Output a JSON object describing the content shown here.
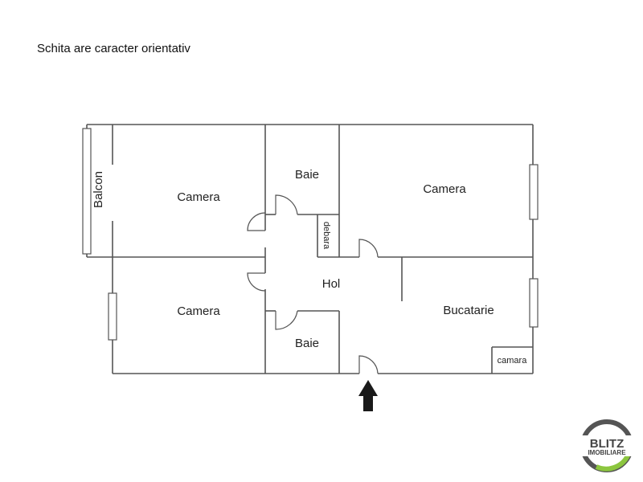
{
  "note": "Schita are caracter orientativ",
  "rooms": {
    "camera_top_left": "Camera",
    "baie_top": "Baie",
    "camera_top_right": "Camera",
    "balcon": "Balcon",
    "debara": "debara",
    "hol": "Hol",
    "camera_bottom_left": "Camera",
    "baie_bottom": "Baie",
    "bucatarie": "Bucatarie",
    "camara": "camara"
  },
  "entrance_icon": "arrow-up-icon",
  "logo": {
    "line1": "BLITZ",
    "line2": "IMOBILIARE",
    "accent": "#8cc63f",
    "ring": "#555555"
  },
  "colors": {
    "wall": "#555555",
    "text": "#222222",
    "arrow": "#1a1a1a"
  }
}
